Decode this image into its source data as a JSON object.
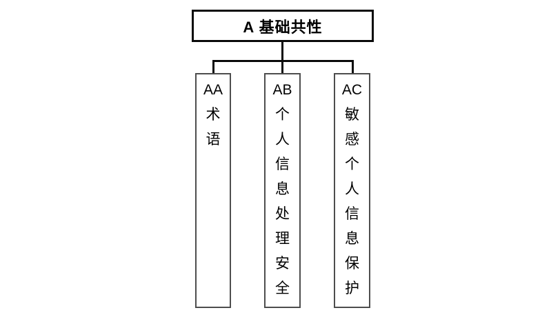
{
  "diagram": {
    "title": "standards structure chart",
    "root": {
      "id": "A",
      "label": "A 基础共性"
    },
    "children": [
      {
        "id": "AA",
        "label": "AA 术语",
        "display_text": "AA\n术\n语"
      },
      {
        "id": "AB",
        "label": "AB 个人信息处理安全",
        "display_text": "AB\n个\n人\n信\n息\n处\n理\n安\n全"
      },
      {
        "id": "AC",
        "label": "AC 敏感个人信息保护",
        "display_text": "AC\n敏\n感\n个\n人\n信\n息\n保\n护"
      }
    ],
    "colors": {
      "background": "#ffffff",
      "root_border": "#0a0a0a",
      "child_border": "#4d4d4d",
      "connector": "#0a0a0a",
      "text": "#000000"
    }
  }
}
